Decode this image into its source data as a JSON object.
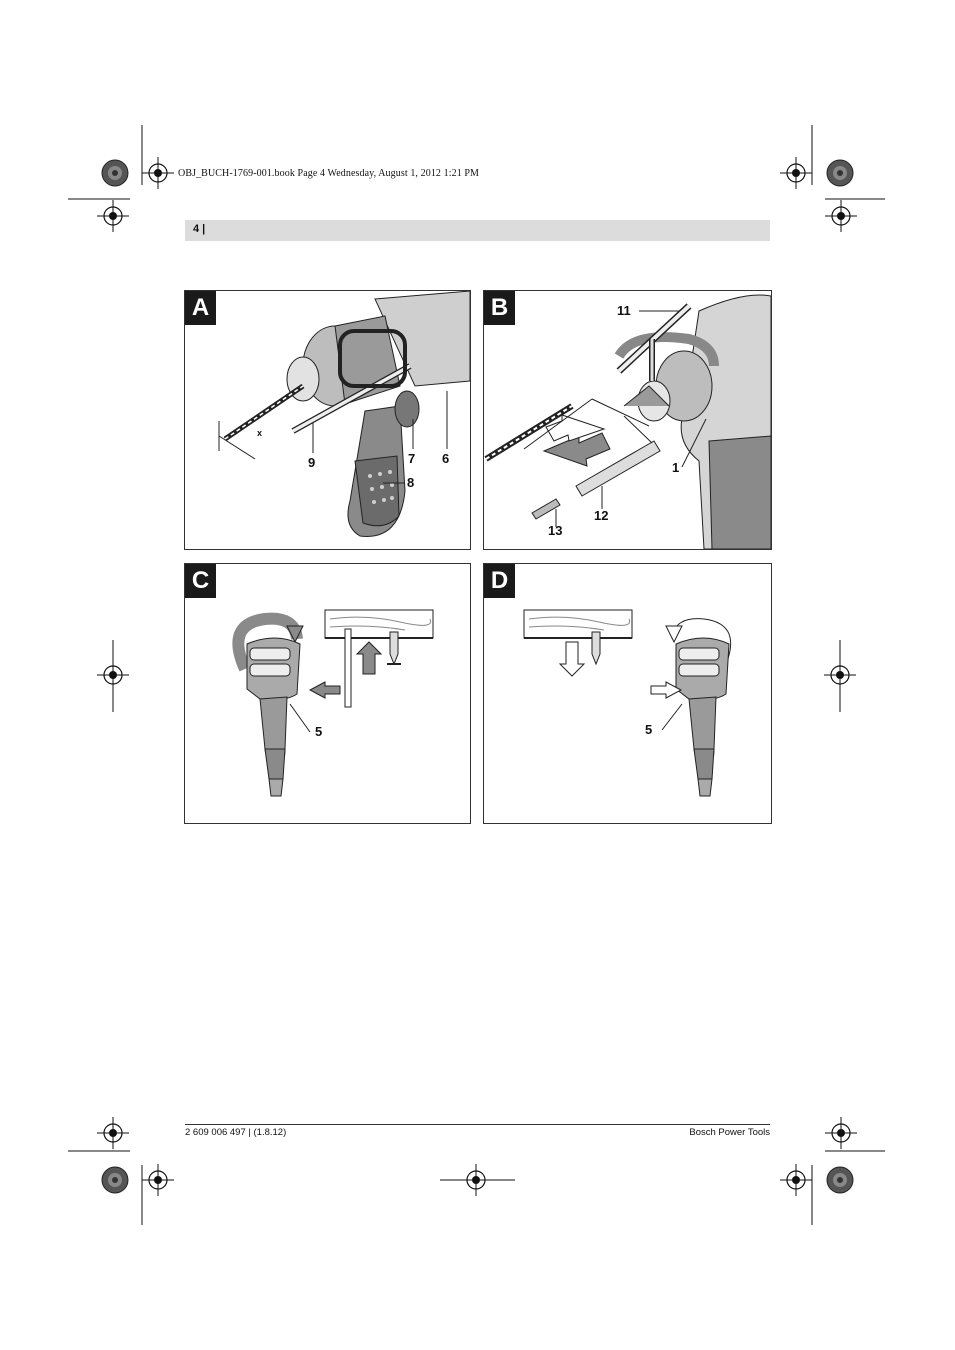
{
  "header": {
    "printer_line": "OBJ_BUCH-1769-001.book  Page 4  Wednesday, August 1, 2012  1:21 PM",
    "page_number": "4 |"
  },
  "figures": {
    "A": {
      "label": "A",
      "callouts": {
        "dim": "x",
        "c9": "9",
        "c7": "7",
        "c6": "6",
        "c8": "8"
      }
    },
    "B": {
      "label": "B",
      "callouts": {
        "c11": "11",
        "c1": "1",
        "c12": "12",
        "c13": "13"
      }
    },
    "C": {
      "label": "C",
      "callouts": {
        "c5": "5"
      }
    },
    "D": {
      "label": "D",
      "callouts": {
        "c5": "5"
      }
    }
  },
  "footer": {
    "left": "2 609 006 497 | (1.8.12)",
    "right": "Bosch Power Tools"
  }
}
